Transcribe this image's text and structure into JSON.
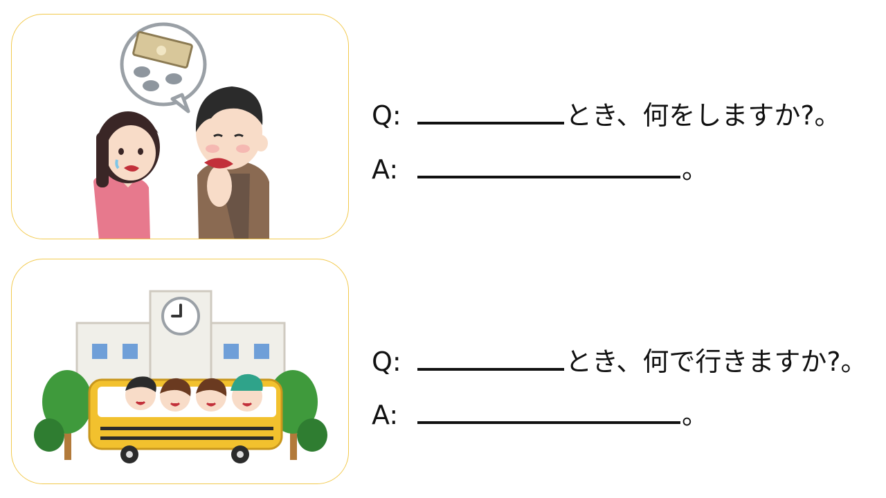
{
  "accent_border": "#f2c94c",
  "exercise1": {
    "question": {
      "prefix": "Q:",
      "text": "とき、何をしますか?。"
    },
    "answer": {
      "prefix": "A:",
      "text": "。"
    }
  },
  "exercise2": {
    "question": {
      "prefix": "Q:",
      "text": "とき、何で行きますか?。"
    },
    "answer": {
      "prefix": "A:",
      "text": "。"
    }
  }
}
